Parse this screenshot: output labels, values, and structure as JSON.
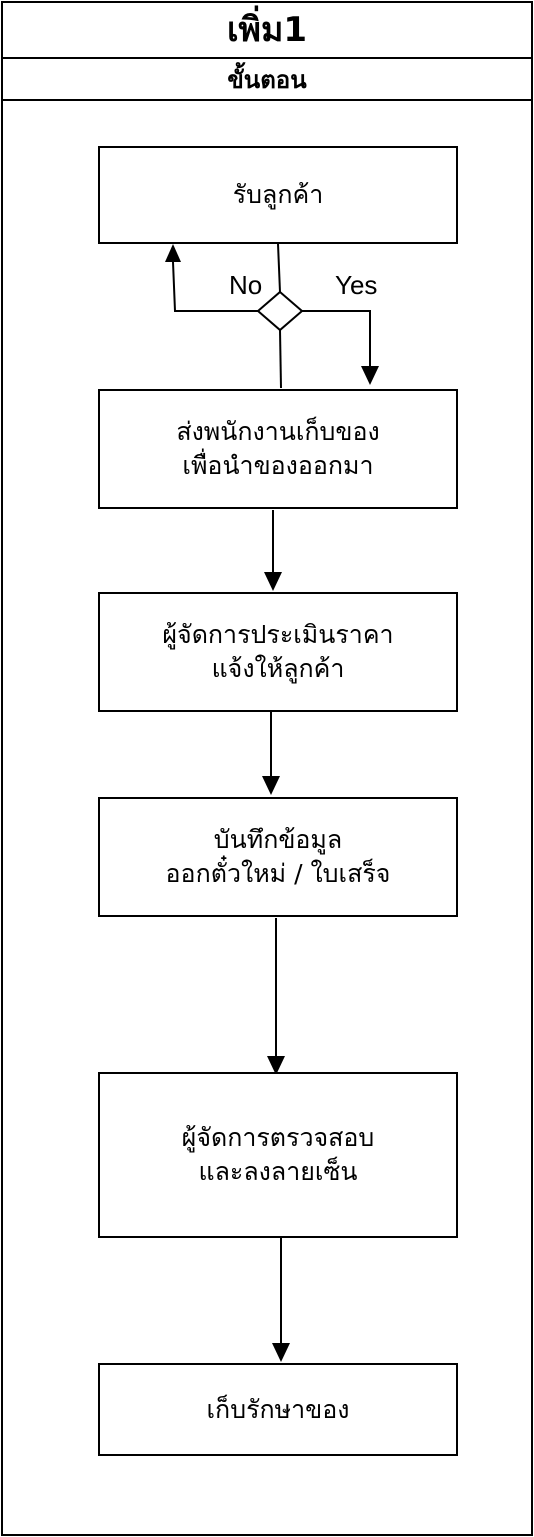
{
  "title": "เพิ่ม1",
  "lane": {
    "header": "ขั้นตอน"
  },
  "steps": [
    {
      "lines": [
        "รับลูกค้า"
      ]
    },
    {
      "lines": [
        "ส่งพนักงานเก็บของ",
        "เพื่อนำของออกมา"
      ]
    },
    {
      "lines": [
        "ผู้จัดการประเมินราคา",
        "แจ้งให้ลูกค้า"
      ]
    },
    {
      "lines": [
        "บันทึกข้อมูล",
        "ออกตั๋วใหม่ / ใบเสร็จ"
      ]
    },
    {
      "lines": [
        "ผู้จัดการตรวจสอบ",
        "และลงลายเซ็น"
      ]
    },
    {
      "lines": [
        "เก็บรักษาของ"
      ]
    }
  ],
  "decision": {
    "no_label": "No",
    "yes_label": "Yes"
  }
}
